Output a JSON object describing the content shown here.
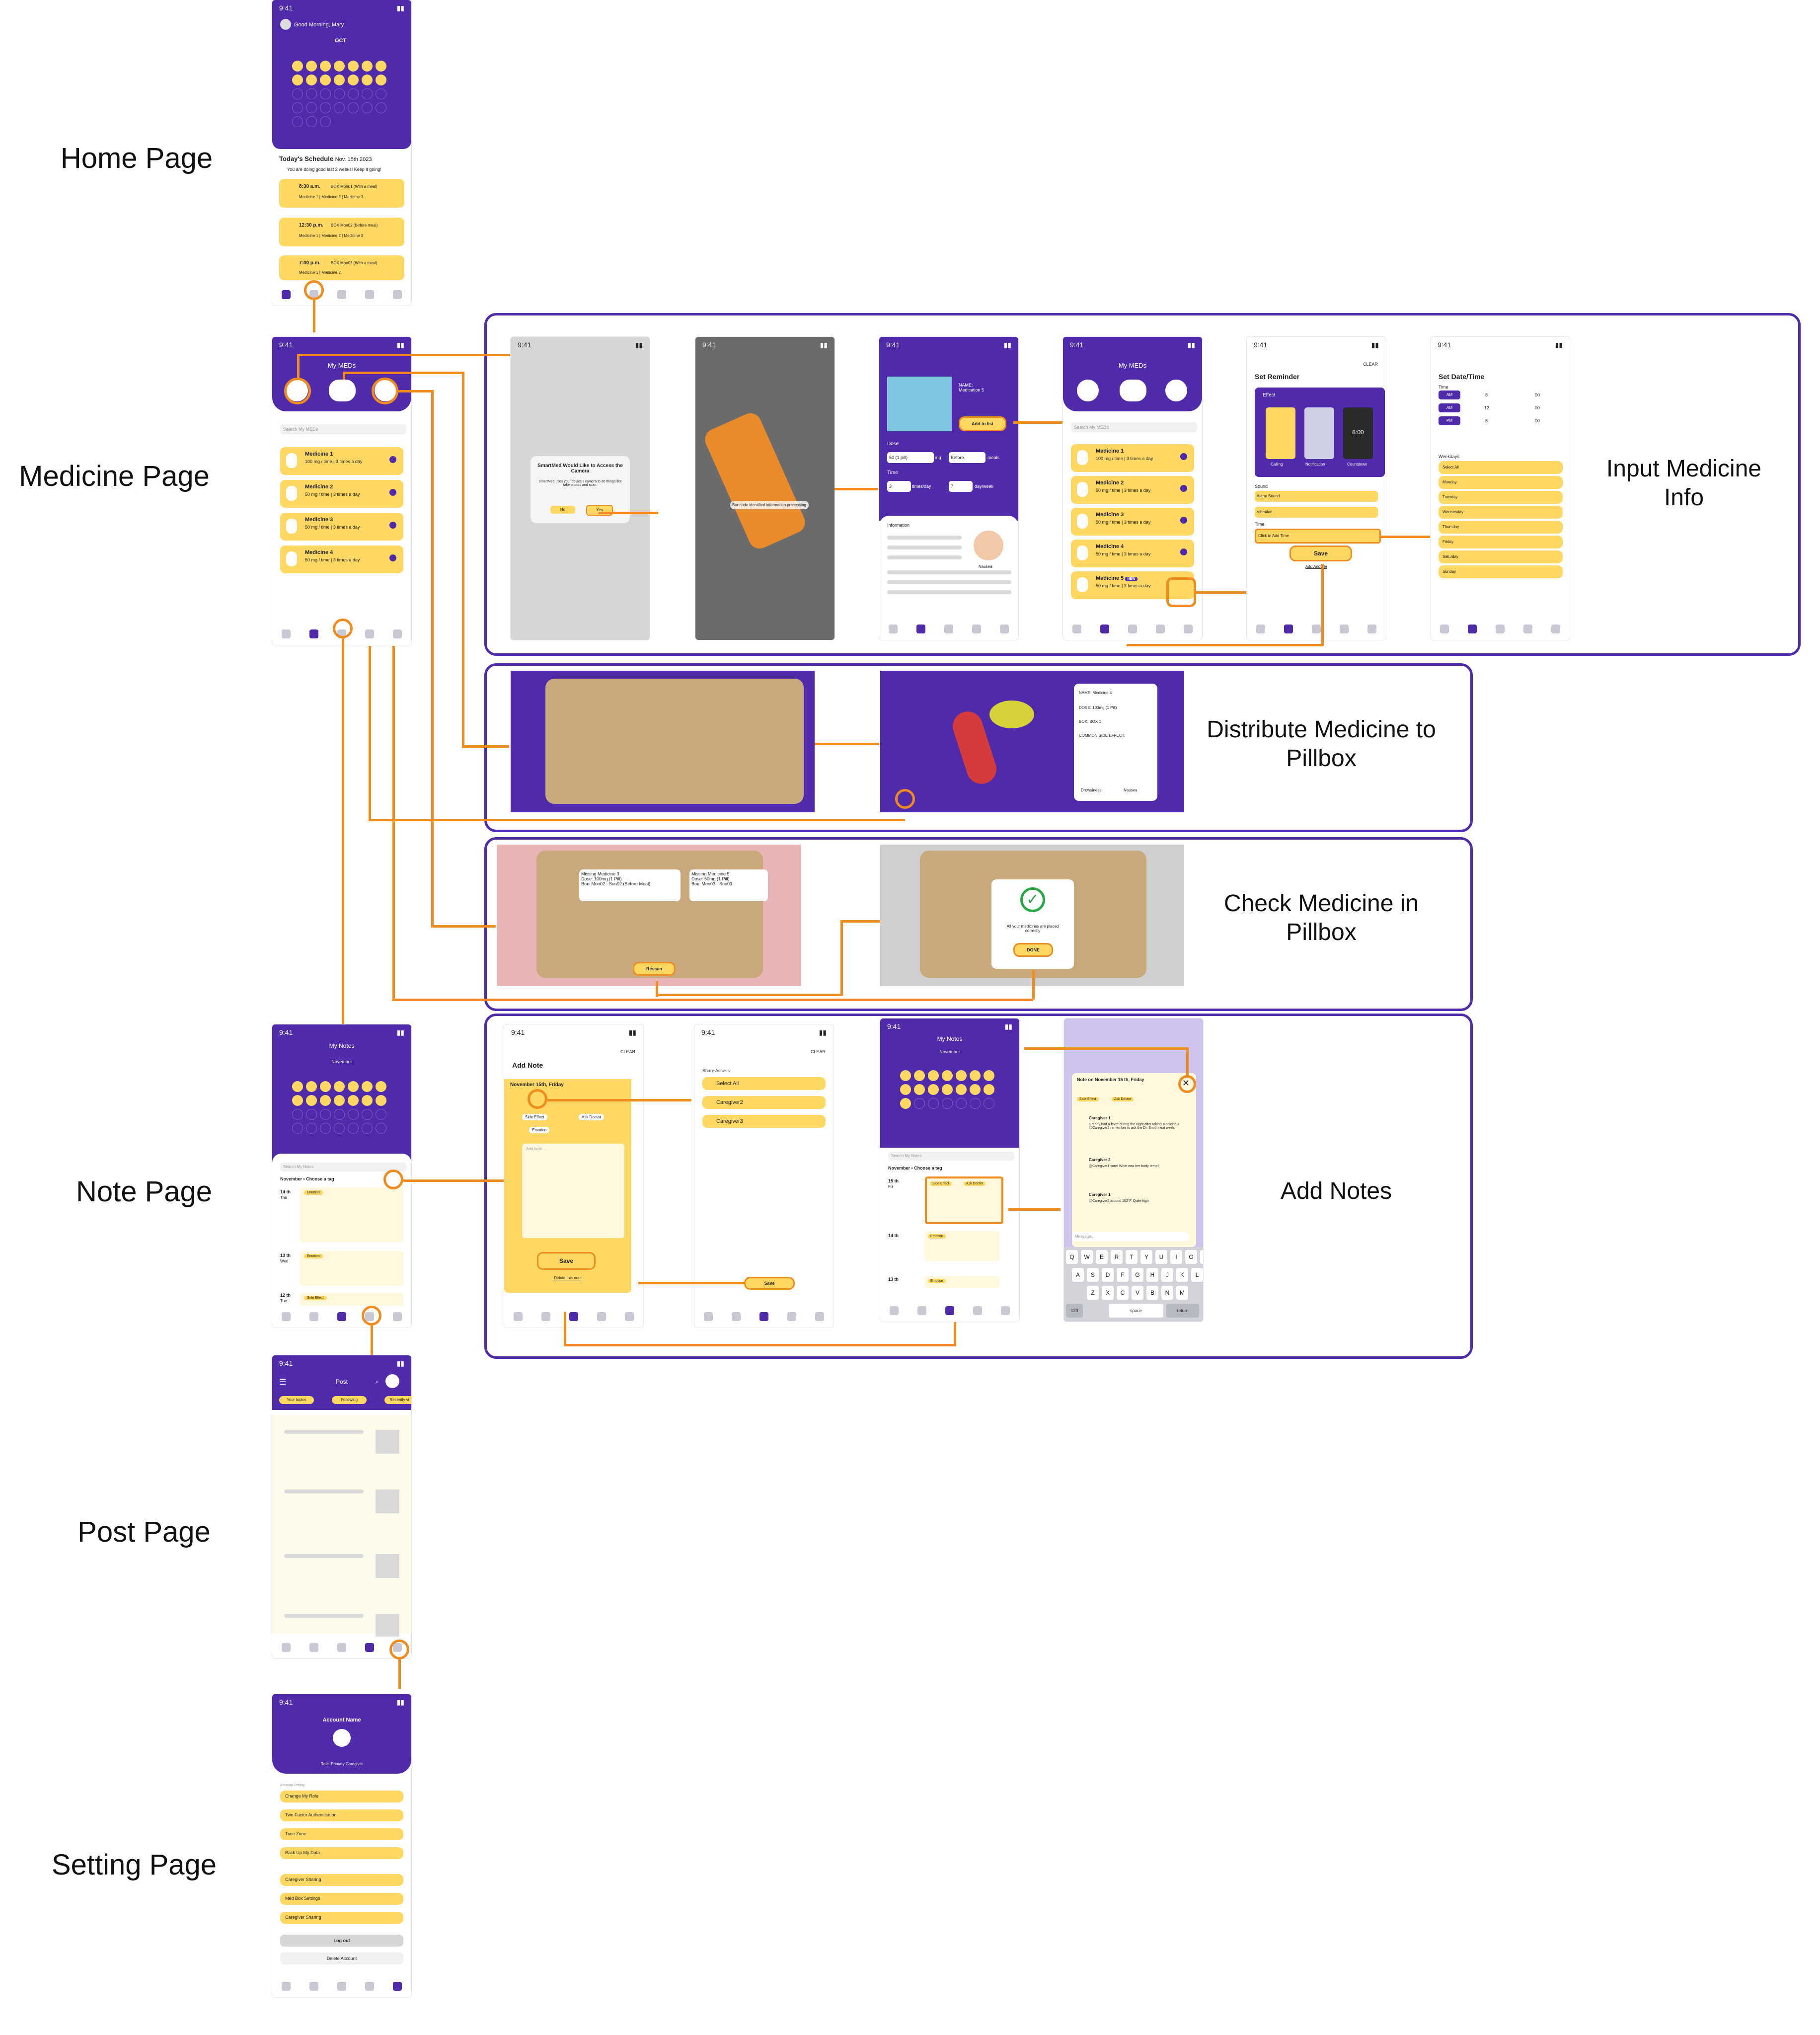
{
  "sections": {
    "home": "Home Page",
    "medicine": "Medicine Page",
    "note": "Note Page",
    "post": "Post Page",
    "setting": "Setting Page",
    "input_info": "Input Medicine Info",
    "distribute": "Distribute Medicine to Pillbox",
    "check": "Check Medicine in Pillbox",
    "add_notes": "Add Notes"
  },
  "home": {
    "time": "9:41",
    "greeting": "Good Morning, Mary",
    "month": "OCT",
    "schedule_title": "Today's Schedule",
    "schedule_date": "Nov. 15th 2023",
    "progress_note": "You are doing good last 2 weeks! Keep it going!",
    "items": [
      {
        "time": "8:30 a.m.",
        "box": "BOX Mon01 (With a meal)",
        "meds": "Medicine 1 | Medicine 2 | Medicine 3"
      },
      {
        "time": "12:30 p.m.",
        "box": "BOX Mon02 (Before meal)",
        "meds": "Medicine 1 | Medicine 2 | Medicine 3"
      },
      {
        "time": "7:00 p.m.",
        "box": "BOX Mon03 (With a meal)",
        "meds": "Medicine 1 | Medicine 2"
      }
    ]
  },
  "medicine": {
    "title": "My MEDs",
    "search": "Search My MEDs",
    "list": [
      {
        "name": "Medicine 1",
        "dose": "100 mg / time | 3 times a day"
      },
      {
        "name": "Medicine 2",
        "dose": "50 mg / time | 3 times a day"
      },
      {
        "name": "Medicine 3",
        "dose": "50 mg / time | 3 times a day"
      },
      {
        "name": "Medicine 4",
        "dose": "50 mg / time | 3 times a day"
      }
    ],
    "extra": {
      "name": "Medicine 5",
      "badge": "NEW"
    }
  },
  "camera": {
    "dialog_title": "SmartMed Would Like to Access the Camera",
    "dialog_body": "SmartMed uses your device's camera to do things like take photos and scan.",
    "no": "No",
    "yes": "Yes",
    "scan_hint": "Bar code identified information processing"
  },
  "detail": {
    "name_label": "NAME:",
    "name": "Medication 5",
    "add_btn": "Add to list",
    "dose_label": "Dose",
    "dose_value": "50 (1 pill)",
    "unit": "mg",
    "before": "Before",
    "meals": "meals",
    "time_label": "Time",
    "times_value": "3",
    "times_unit": "times/day",
    "days_value": "7",
    "days_unit": "day/week",
    "info_label": "Information",
    "side_effect": "Nausea"
  },
  "reminder": {
    "title": "Set Reminder",
    "clear": "CLEAR",
    "effect": "Effect",
    "modes": [
      "Calling",
      "Notification",
      "Countdown"
    ],
    "clock": "8:00",
    "sound_label": "Sound",
    "sound_value": "Alarm Sound",
    "vibration": "Vibration",
    "time_label": "Time",
    "time_value": "Click to Add Time",
    "save": "Save",
    "add_another": "Add Another"
  },
  "datetime": {
    "title": "Set Date/Time",
    "time_label": "Time",
    "rows": [
      {
        "ampm": "AM",
        "h": "8",
        "m": "00"
      },
      {
        "ampm": "AM",
        "h": "12",
        "m": "00"
      },
      {
        "ampm": "PM",
        "h": "8",
        "m": "00"
      }
    ],
    "weekdays_label": "Weekdays",
    "days": [
      "Select All",
      "Monday",
      "Tuesday",
      "Wednesday",
      "Thursday",
      "Friday",
      "Saturday",
      "Sunday"
    ]
  },
  "distribute": {
    "info_name": "NAME: Medicine 4",
    "info_dose": "DOSE: 100mg (1 Pill)",
    "info_box": "BOX: BOX 1",
    "info_side": "COMMON SIDE EFFECT:",
    "side_a": "Drowsiness",
    "side_b": "Nausea"
  },
  "check": {
    "missing_a": "Missing Medicine 3",
    "missing_a_dose": "Dose: 100mg (1 Pill)",
    "missing_a_box": "Box: Mon02 - Sun02 (Before Meal)",
    "missing_b": "Missing Medicine 5",
    "missing_b_dose": "Dose: 50mg (1 Pill)",
    "missing_b_box": "Box: Mon03 - Sun03",
    "rescan": "Rescan",
    "ok_text": "All your medicines are placed correctly",
    "done": "DONE"
  },
  "note": {
    "title": "My Notes",
    "month": "November",
    "search": "Search My Notes",
    "filter": "November",
    "choose_tag": "Choose a tag",
    "entries": [
      {
        "day": "14 th",
        "wd": "Thu",
        "tag": "Emotion"
      },
      {
        "day": "13 th",
        "wd": "Wed",
        "tag": "Emotion"
      },
      {
        "day": "12 th",
        "wd": "Tue",
        "tag": "Side Effect"
      }
    ]
  },
  "add_note": {
    "clear": "CLEAR",
    "title": "Add Note",
    "date": "November 15th, Friday",
    "tags": [
      "Side Effect",
      "Ask Doctor",
      "Emotion"
    ],
    "placeholder": "Add note...",
    "save": "Save",
    "delete": "Delete this note",
    "share_title": "Share Access",
    "share": [
      "Select All",
      "Caregiver2",
      "Caregiver3"
    ]
  },
  "note_detail": {
    "title": "Note on November 15 th, Friday",
    "tags": [
      "Side Effect",
      "Ask Doctor"
    ],
    "c1": "Caregiver 1",
    "c1_msg": "Granny had a fever during the night after taking Medicine 4. @Caregiver2 remember to ask the Dr. Smith next week.",
    "c2": "Caregiver 2",
    "c2_msg": "@Caregiver1 sure! What was her body temp?",
    "c3": "Caregiver 1",
    "c3_msg": "@Caregiver2 around 102°F. Quite high",
    "message": "Message...",
    "keys": [
      "Q",
      "W",
      "E",
      "R",
      "T",
      "Y",
      "U",
      "I",
      "O",
      "P",
      "A",
      "S",
      "D",
      "F",
      "G",
      "H",
      "J",
      "K",
      "L",
      "Z",
      "X",
      "C",
      "V",
      "B",
      "N",
      "M"
    ],
    "space": "space",
    "return": "return",
    "num": "123",
    "entry_day": "15 th",
    "entry_wd": "Fri",
    "entry_day2": "14 th",
    "entry_day3": "13 th"
  },
  "post": {
    "title": "Post",
    "tabs": [
      "Your topics",
      "Following",
      "Recently vi"
    ]
  },
  "setting": {
    "account": "Account Name",
    "role": "Role: Primary Caregiver",
    "group": "Account Setting",
    "items": [
      "Change My Role",
      "Two Factor Authentication",
      "Time Zone",
      "Back Up My Data",
      "Caregiver Sharing",
      "Med Box Settings",
      "Caregiver Sharing"
    ],
    "logout": "Log out",
    "delete": "Delete Account"
  },
  "colors": {
    "purple": "#4f2bab",
    "yellow": "#ffd863",
    "orange": "#f08c1e"
  }
}
